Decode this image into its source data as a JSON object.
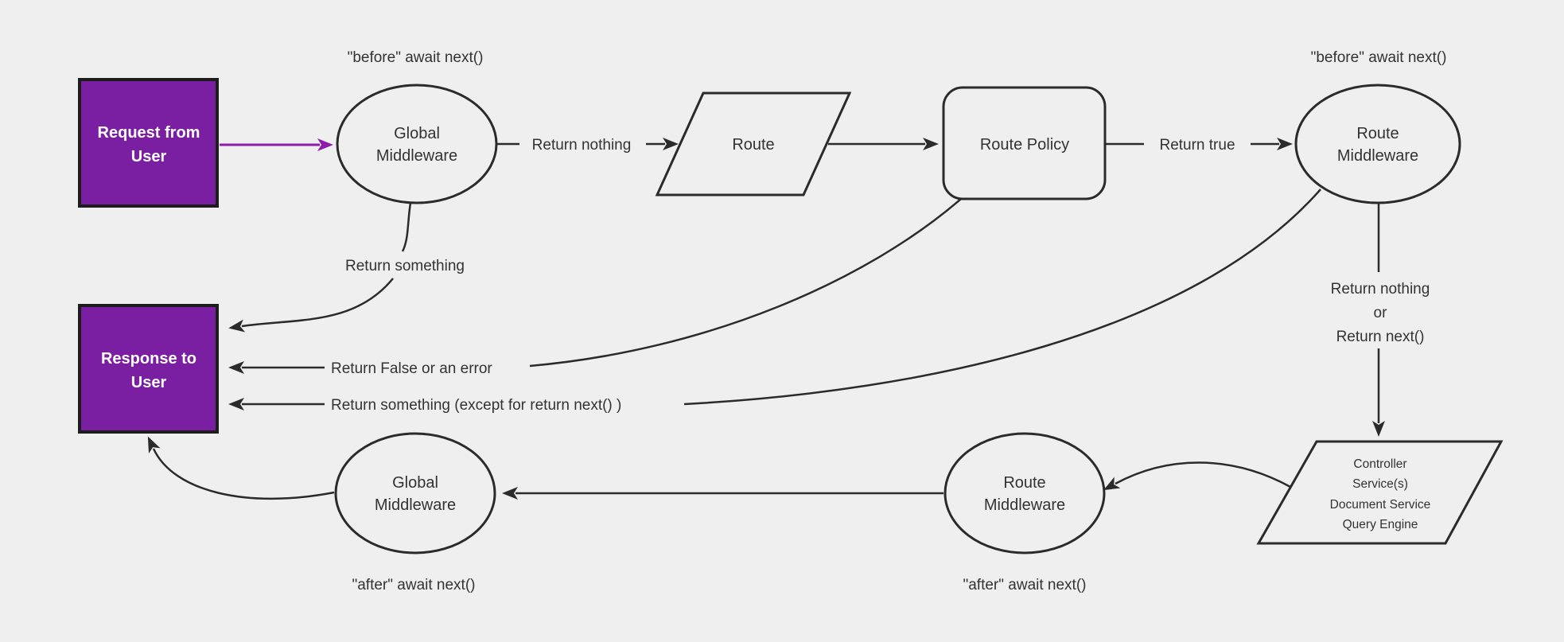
{
  "diagram": {
    "description": "Request lifecycle flowchart: middlewares, route, policy, controller",
    "colors": {
      "background": "#efefef",
      "edge_stroke": "#2b2b2b",
      "label_text": "#333333",
      "terminal_fill": "#7b1fa2",
      "terminal_border": "#1d1d1d",
      "terminal_text": "#ffffff",
      "request_arrow": "#8b1ba8"
    },
    "nodes": {
      "request": {
        "shape": "rectangle",
        "lines": [
          "Request from",
          "User"
        ]
      },
      "global_mw_top": {
        "shape": "ellipse",
        "lines": [
          "Global",
          "Middleware"
        ]
      },
      "route": {
        "shape": "parallelogram",
        "lines": [
          "Route"
        ]
      },
      "route_policy": {
        "shape": "rounded-rect",
        "lines": [
          "Route Policy"
        ]
      },
      "route_mw_top": {
        "shape": "ellipse",
        "lines": [
          "Route",
          "Middleware"
        ]
      },
      "controller": {
        "shape": "parallelogram",
        "lines": [
          "Controller",
          "Service(s)",
          "Document Service",
          "Query Engine"
        ]
      },
      "route_mw_bottom": {
        "shape": "ellipse",
        "lines": [
          "Route",
          "Middleware"
        ]
      },
      "global_mw_bottom": {
        "shape": "ellipse",
        "lines": [
          "Global",
          "Middleware"
        ]
      },
      "response": {
        "shape": "rectangle",
        "lines": [
          "Response to",
          "User"
        ]
      }
    },
    "edge_labels": {
      "before_top_left": "\"before\" await next()",
      "before_top_right": "\"before\" await next()",
      "return_nothing_top": "Return nothing",
      "return_true": "Return true",
      "return_something": "Return something",
      "return_false_or_error": "Return False or an error",
      "return_something_except": "Return something (except for return next() )",
      "return_nothing_or": [
        "Return nothing",
        "or",
        "Return next()"
      ],
      "after_bottom_left": "\"after\" await next()",
      "after_bottom_right": "\"after\" await next()"
    }
  }
}
